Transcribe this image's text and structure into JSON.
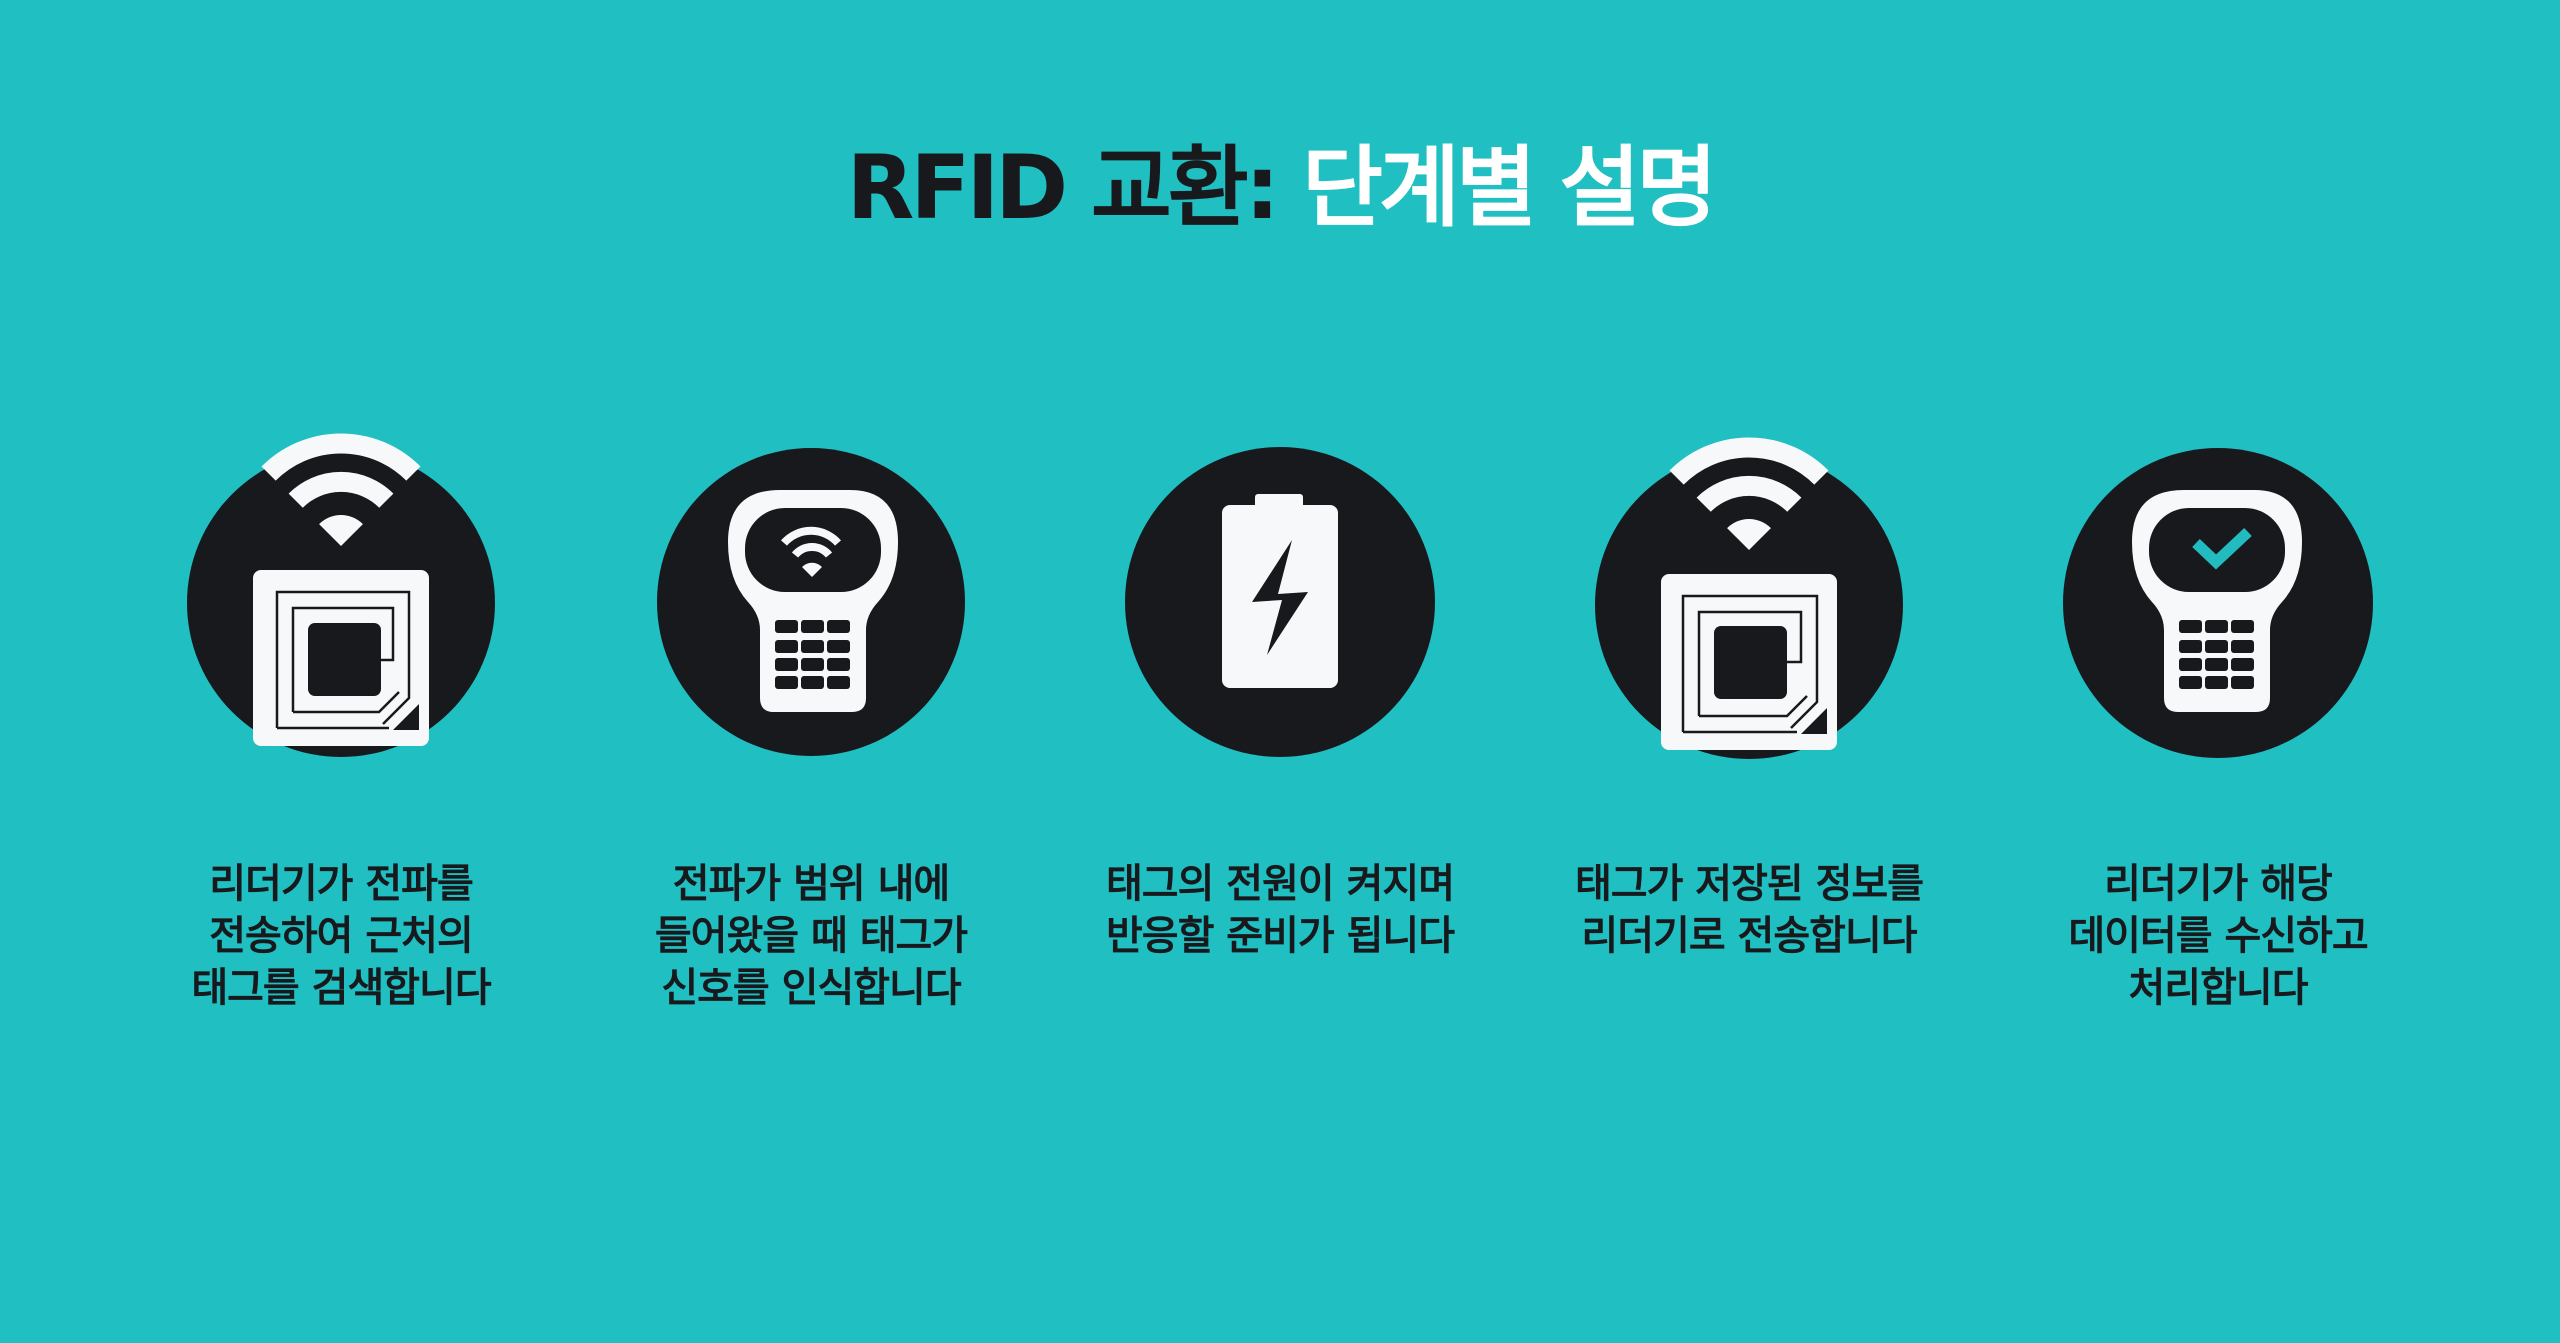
{
  "title": {
    "part1": "RFID 교환:",
    "part2": "단계별 설명"
  },
  "colors": {
    "background": "#20BFC2",
    "dark": "#17191D",
    "light": "#F7F8FA",
    "accent": "#22BCC0"
  },
  "steps": [
    {
      "icon": "rfid-tag-wifi-icon",
      "caption": "리더기가 전파를 전송하여 근처의 태그를 검색합니다"
    },
    {
      "icon": "reader-wifi-icon",
      "caption": "전파가 범위 내에 들어왔을 때 태그가 신호를 인식합니다"
    },
    {
      "icon": "battery-bolt-icon",
      "caption": "태그의 전원이 켜지며 반응할 준비가 됩니다"
    },
    {
      "icon": "rfid-tag-wifi-icon",
      "caption": "태그가 저장된 정보를 리더기로 전송합니다"
    },
    {
      "icon": "reader-check-icon",
      "caption": "리더기가 해당 데이터를 수신하고 처리합니다"
    }
  ]
}
